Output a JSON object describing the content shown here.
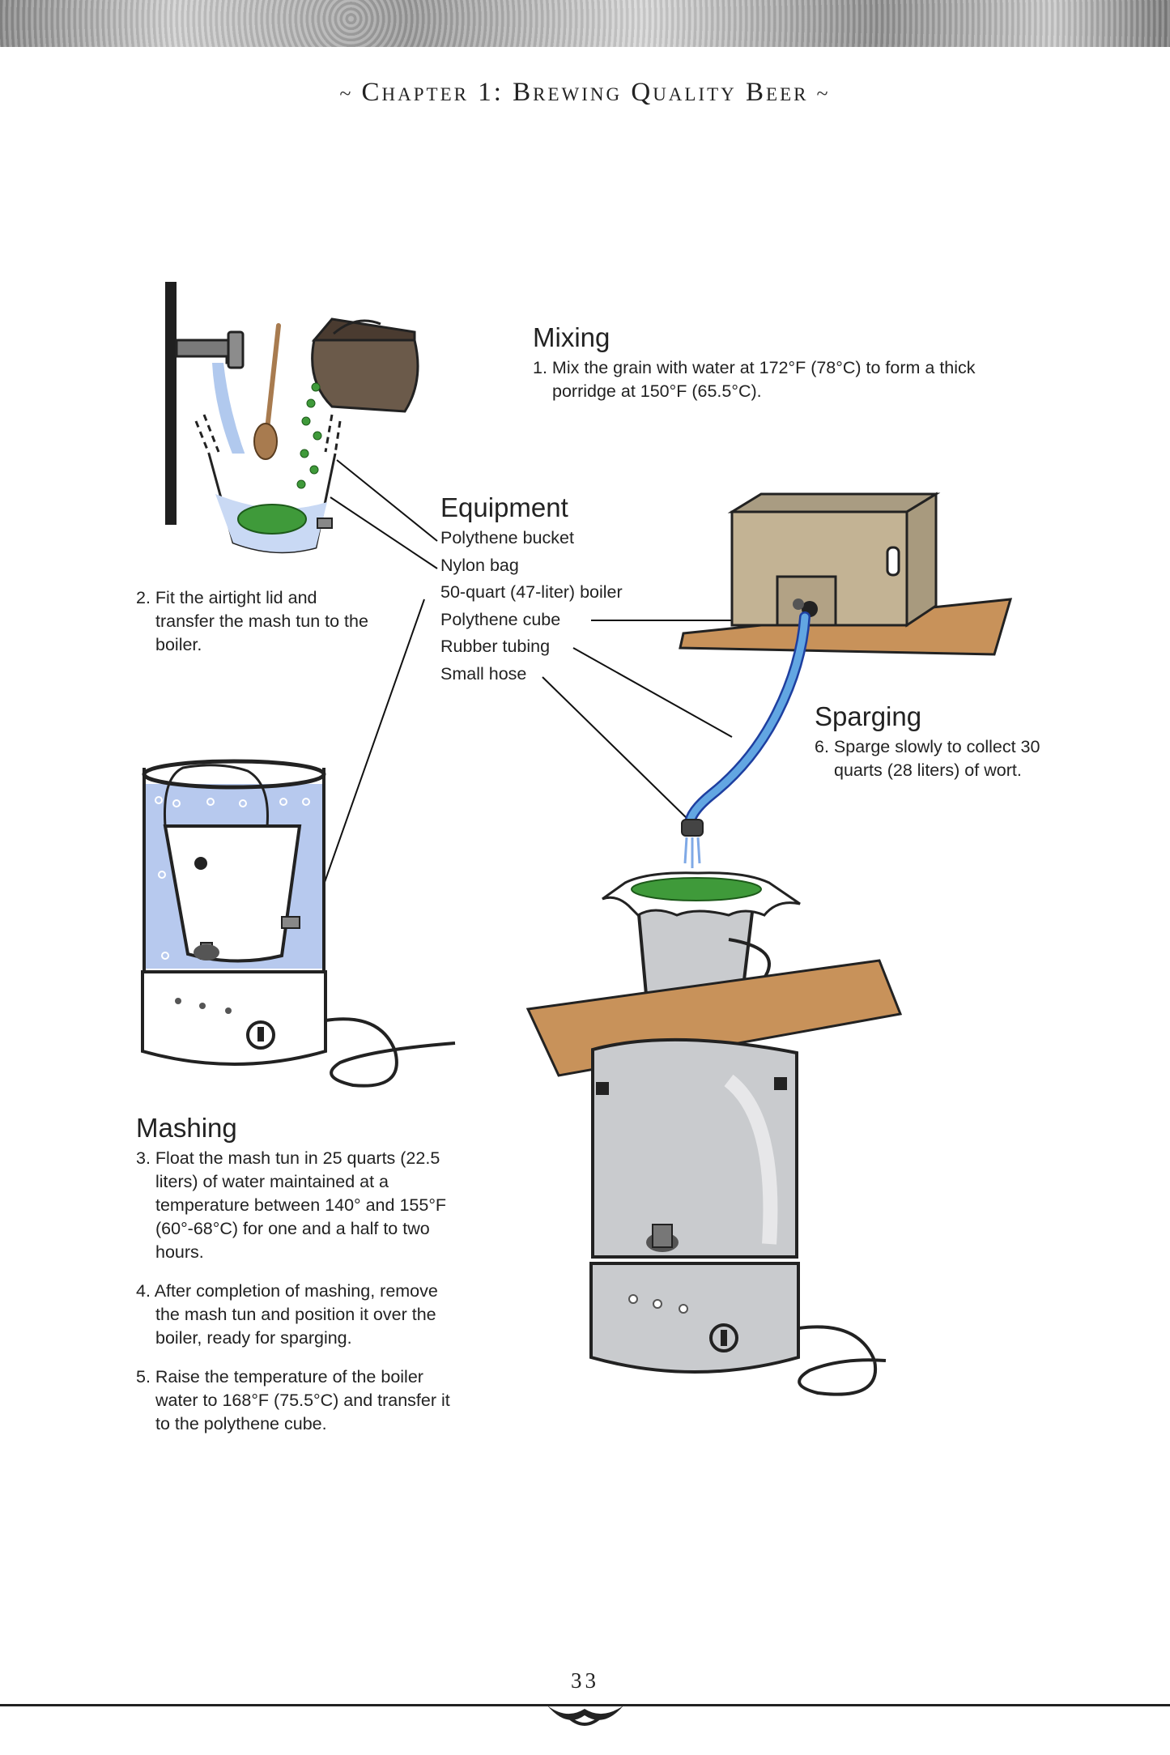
{
  "header": {
    "chapter_title": "Chapter 1: Brewing Quality Beer",
    "ornament": "~"
  },
  "mixing": {
    "heading": "Mixing",
    "step": "1. Mix the grain with water at 172°F (78°C) to form a thick porridge at 150°F (65.5°C)."
  },
  "transfer": {
    "step": "2. Fit the airtight lid and transfer the mash tun to the boiler."
  },
  "equipment": {
    "heading": "Equipment",
    "items": [
      "Polythene bucket",
      "Nylon bag",
      "50-quart (47-liter) boiler",
      "Polythene cube",
      "Rubber tubing",
      "Small hose"
    ]
  },
  "sparging": {
    "heading": "Sparging",
    "step": "6. Sparge slowly to collect 30 quarts (28 liters) of wort."
  },
  "mashing": {
    "heading": "Mashing",
    "steps": [
      "3. Float the mash tun in 25 quarts (22.5 liters) of water maintained at a temperature between 140° and 155°F (60°-68°C) for one and a half to two hours.",
      "4. After completion of mashing, remove the mash tun and position it over the boiler, ready for sparging.",
      "5. Raise the temperature of the boiler water to 168°F (75.5°C) and transfer it to the polythene cube."
    ]
  },
  "footer": {
    "page_number": "33"
  },
  "colors": {
    "water": "#b7c9ee",
    "grain": "#3f9a3a",
    "wood": "#c8925a",
    "steel": "#b9bbbe",
    "box": "#c3b394"
  }
}
